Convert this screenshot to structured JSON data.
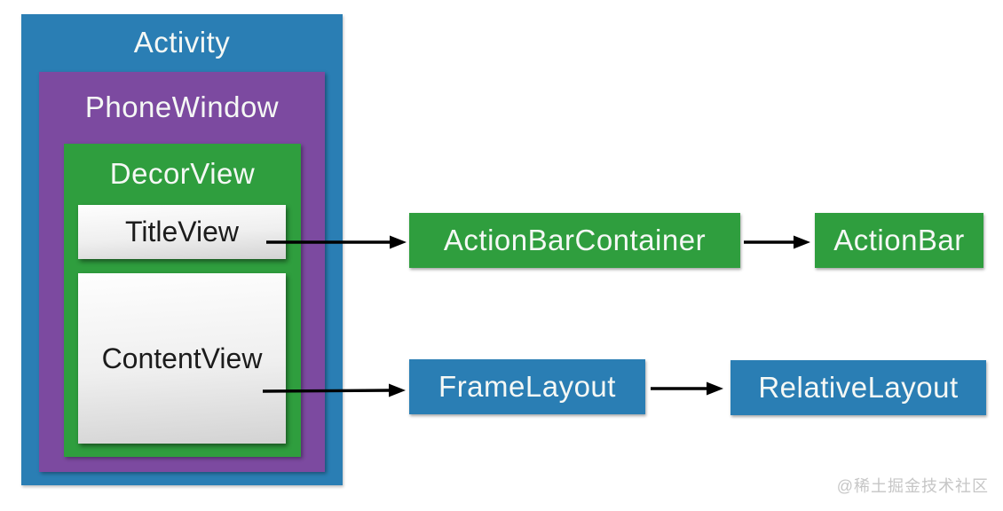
{
  "colors": {
    "blue": "#2a7eb4",
    "purple": "#7c4aa0",
    "green": "#2f9e3e",
    "arrow": "#000000",
    "label_text": "#f5f8f5",
    "inner_text": "#1c1c1c",
    "watermark": "#c6c6c6"
  },
  "hierarchy": {
    "activity": "Activity",
    "phone_window": "PhoneWindow",
    "decor_view": "DecorView",
    "title_view": "TitleView",
    "content_view": "ContentView"
  },
  "flow_nodes": {
    "action_bar_container": "ActionBarContainer",
    "action_bar": "ActionBar",
    "frame_layout": "FrameLayout",
    "relative_layout": "RelativeLayout"
  },
  "connections": [
    {
      "from": "TitleView",
      "to": "ActionBarContainer"
    },
    {
      "from": "ActionBarContainer",
      "to": "ActionBar"
    },
    {
      "from": "ContentView",
      "to": "FrameLayout"
    },
    {
      "from": "FrameLayout",
      "to": "RelativeLayout"
    }
  ],
  "watermark": "@稀土掘金技术社区"
}
